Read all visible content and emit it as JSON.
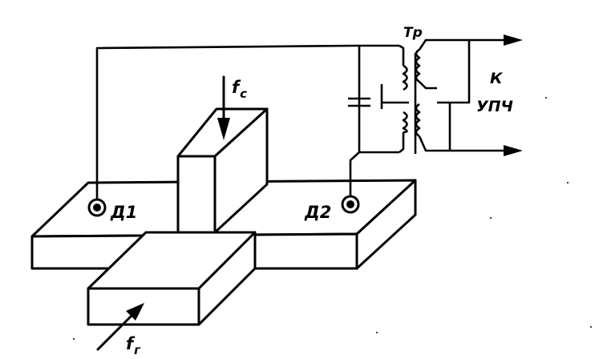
{
  "diagram": {
    "labels": {
      "signal_freq_main": "f",
      "signal_freq_sub": "c",
      "heterodyne_freq_main": "f",
      "heterodyne_freq_sub": "г",
      "diode1": "Д1",
      "diode2": "Д2",
      "transformer": "Тр",
      "output_line1": "К",
      "output_line2": "УПЧ"
    }
  }
}
